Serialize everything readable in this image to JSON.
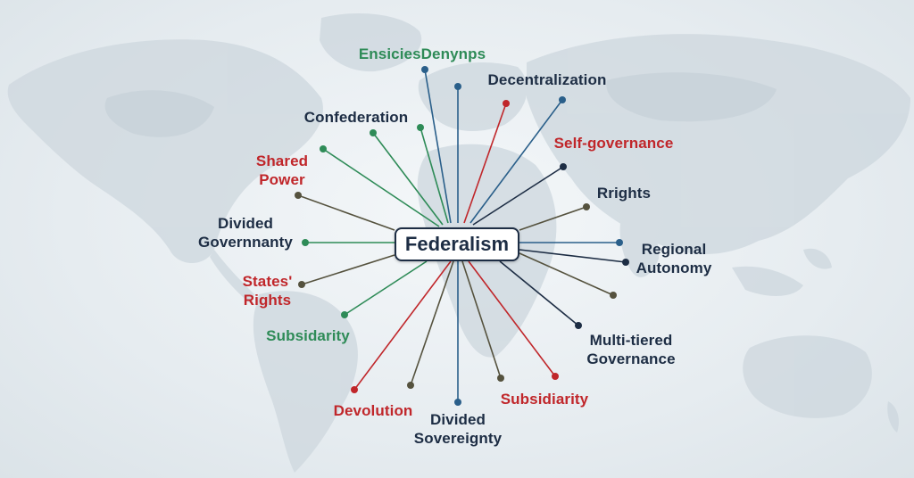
{
  "diagram": {
    "center": "Federalism",
    "colors": {
      "navy": "#1d2d44",
      "blue": "#2a5f8a",
      "green": "#2e8b57",
      "red": "#c0262a",
      "olive": "#55523e"
    },
    "terms": [
      {
        "text": "EnsiciesDenynps",
        "color": "green"
      },
      {
        "text": "Decentralization",
        "color": "navy"
      },
      {
        "text": "Confederation",
        "color": "navy"
      },
      {
        "text": "Self-governance",
        "color": "red"
      },
      {
        "text": "Shared\nPower",
        "color": "red"
      },
      {
        "text": "Rrights",
        "color": "navy"
      },
      {
        "text": "Divided\nGovernnanty",
        "color": "navy"
      },
      {
        "text": "Regional\nAutonomy",
        "color": "navy"
      },
      {
        "text": "States'\nRights",
        "color": "red"
      },
      {
        "text": "Subsidarity",
        "color": "green"
      },
      {
        "text": "Multi-tiered\nGovernance",
        "color": "navy"
      },
      {
        "text": "Devolution",
        "color": "red"
      },
      {
        "text": "Divided\nSovereignty",
        "color": "navy"
      },
      {
        "text": "Subsidiarity",
        "color": "red"
      }
    ]
  }
}
